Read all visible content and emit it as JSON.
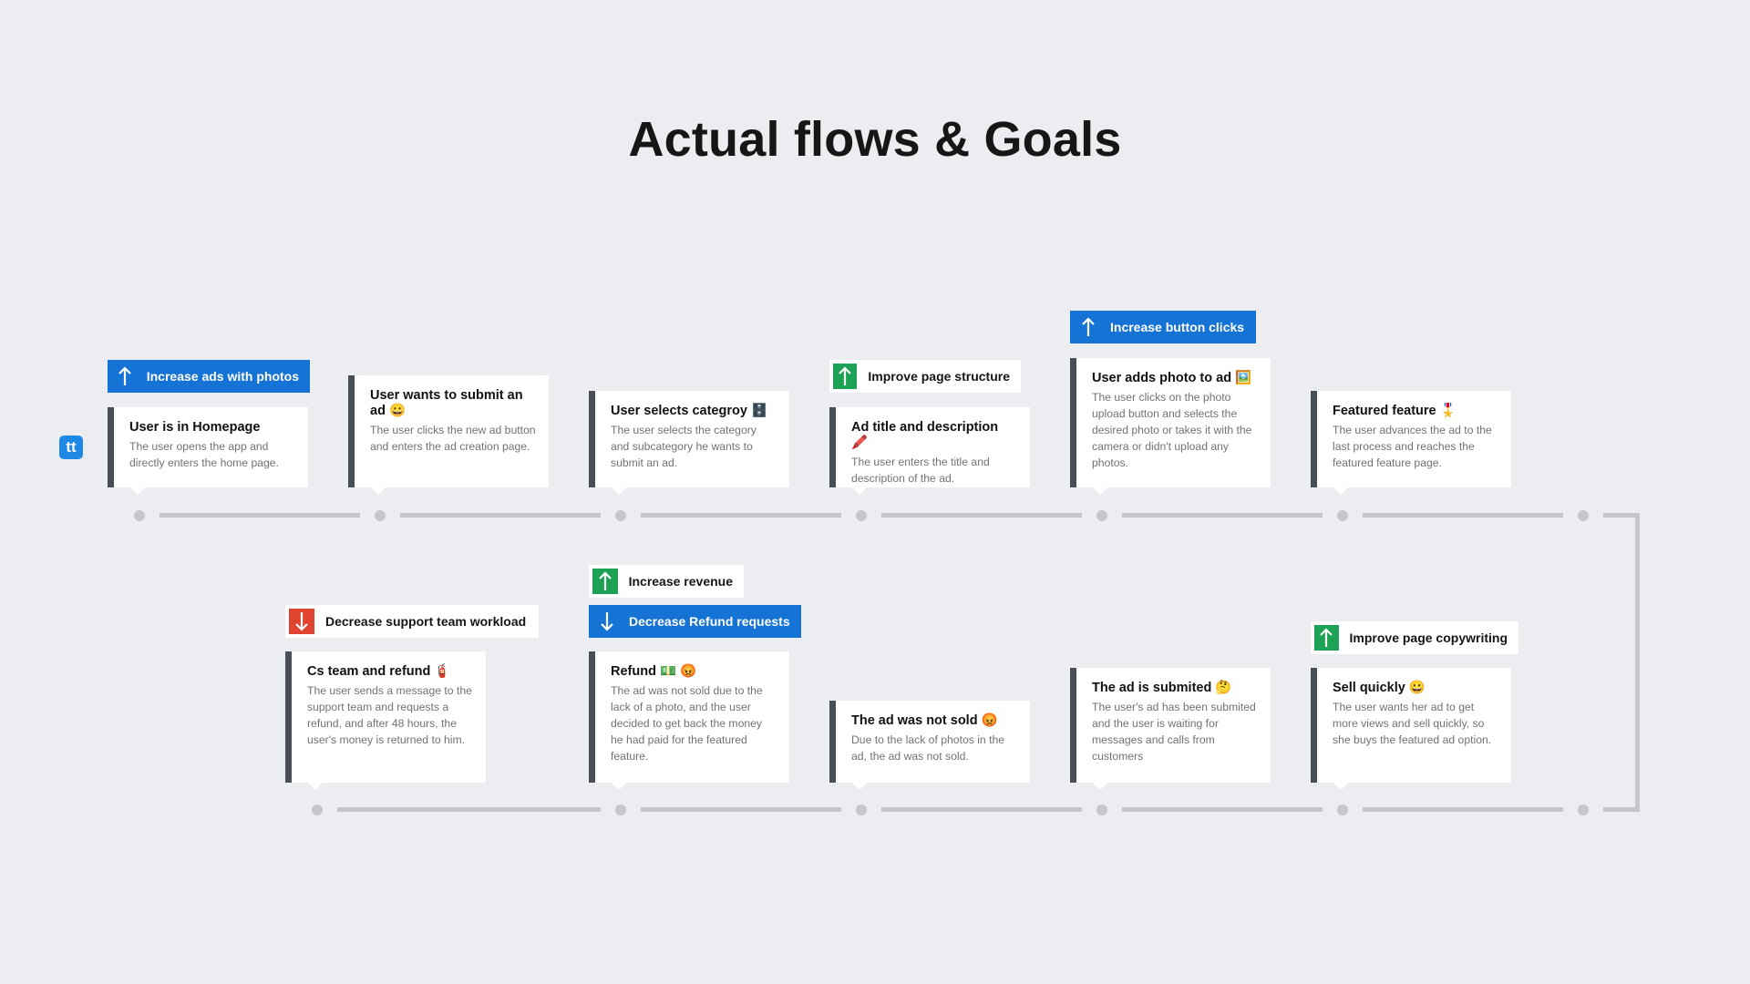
{
  "title": "Actual flows & Goals",
  "logo": "tt",
  "colors": {
    "background": "#ebedf0",
    "goal_blue": "#1673d6",
    "goal_up_green": "#1da154",
    "goal_down_red": "#e0432f",
    "card_accent": "#484e58",
    "track": "#c4c6c9"
  },
  "goals": [
    {
      "label": "Increase ads with photos",
      "style": "blue",
      "direction": "up"
    },
    {
      "label": "Improve page structure",
      "style": "white",
      "direction": "up"
    },
    {
      "label": "Increase button clicks",
      "style": "blue",
      "direction": "up"
    },
    {
      "label": "Decrease support team workload",
      "style": "white",
      "direction": "down"
    },
    {
      "label": "Increase revenue",
      "style": "white",
      "direction": "up"
    },
    {
      "label": "Decrease Refund requests",
      "style": "blue",
      "direction": "down"
    },
    {
      "label": "Improve page copywriting",
      "style": "white",
      "direction": "up"
    }
  ],
  "steps": [
    {
      "title": "User is in Homepage",
      "desc": "The user opens the app and directly enters the home page."
    },
    {
      "title": "User wants to submit an ad 😀",
      "desc": "The user clicks the new ad button and enters the ad creation page."
    },
    {
      "title": "User selects categroy 🗄️",
      "desc": "The user selects the category and subcategory he wants to submit an ad."
    },
    {
      "title": "Ad title and description 🖍️",
      "desc": "The user enters the title and description of the ad."
    },
    {
      "title": "User adds photo to ad 🖼️",
      "desc": "The user clicks on the photo upload button and selects the desired photo or takes it with the camera or didn't upload any photos."
    },
    {
      "title": "Featured feature 🎖️",
      "desc": "The user advances the ad to the last process and reaches the featured feature page."
    },
    {
      "title": "Sell quickly 😀",
      "desc": "The user wants her ad to get more views and sell quickly, so she buys the featured ad option."
    },
    {
      "title": "The ad is submited 🤔",
      "desc": "The user's ad has been submited and the user is waiting for messages and calls from customers"
    },
    {
      "title": "The ad was not sold 😡",
      "desc": "Due to the lack of photos in the ad, the ad was not sold."
    },
    {
      "title": "Refund 💵 😡",
      "desc": "The ad was not sold due to the lack of a photo, and the user decided to get back the money he had paid for the featured feature."
    },
    {
      "title": "Cs team and refund 🧯",
      "desc": "The user sends a message to the support team and requests a refund, and after 48 hours, the user's money is returned to him."
    }
  ]
}
